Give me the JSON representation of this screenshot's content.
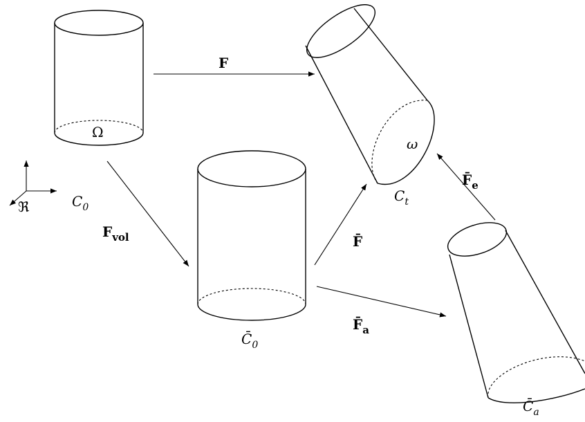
{
  "labels": {
    "F": "F",
    "F_vol_main": "F",
    "F_vol_sub": "vol",
    "F_bar": "F̄",
    "F_a_main": "F̄",
    "F_a_sub": "a",
    "F_e_main": "F̄",
    "F_e_sub": "e",
    "Omega": "Ω",
    "omega": "ω",
    "C0_main": "C",
    "C0_sub": "0",
    "Ct_main": "C",
    "Ct_sub": "t",
    "C0bar_main": "C̄",
    "C0bar_sub": "0",
    "Cabar_main": "C̄",
    "Cabar_sub": "a",
    "frame": "ℜ"
  }
}
